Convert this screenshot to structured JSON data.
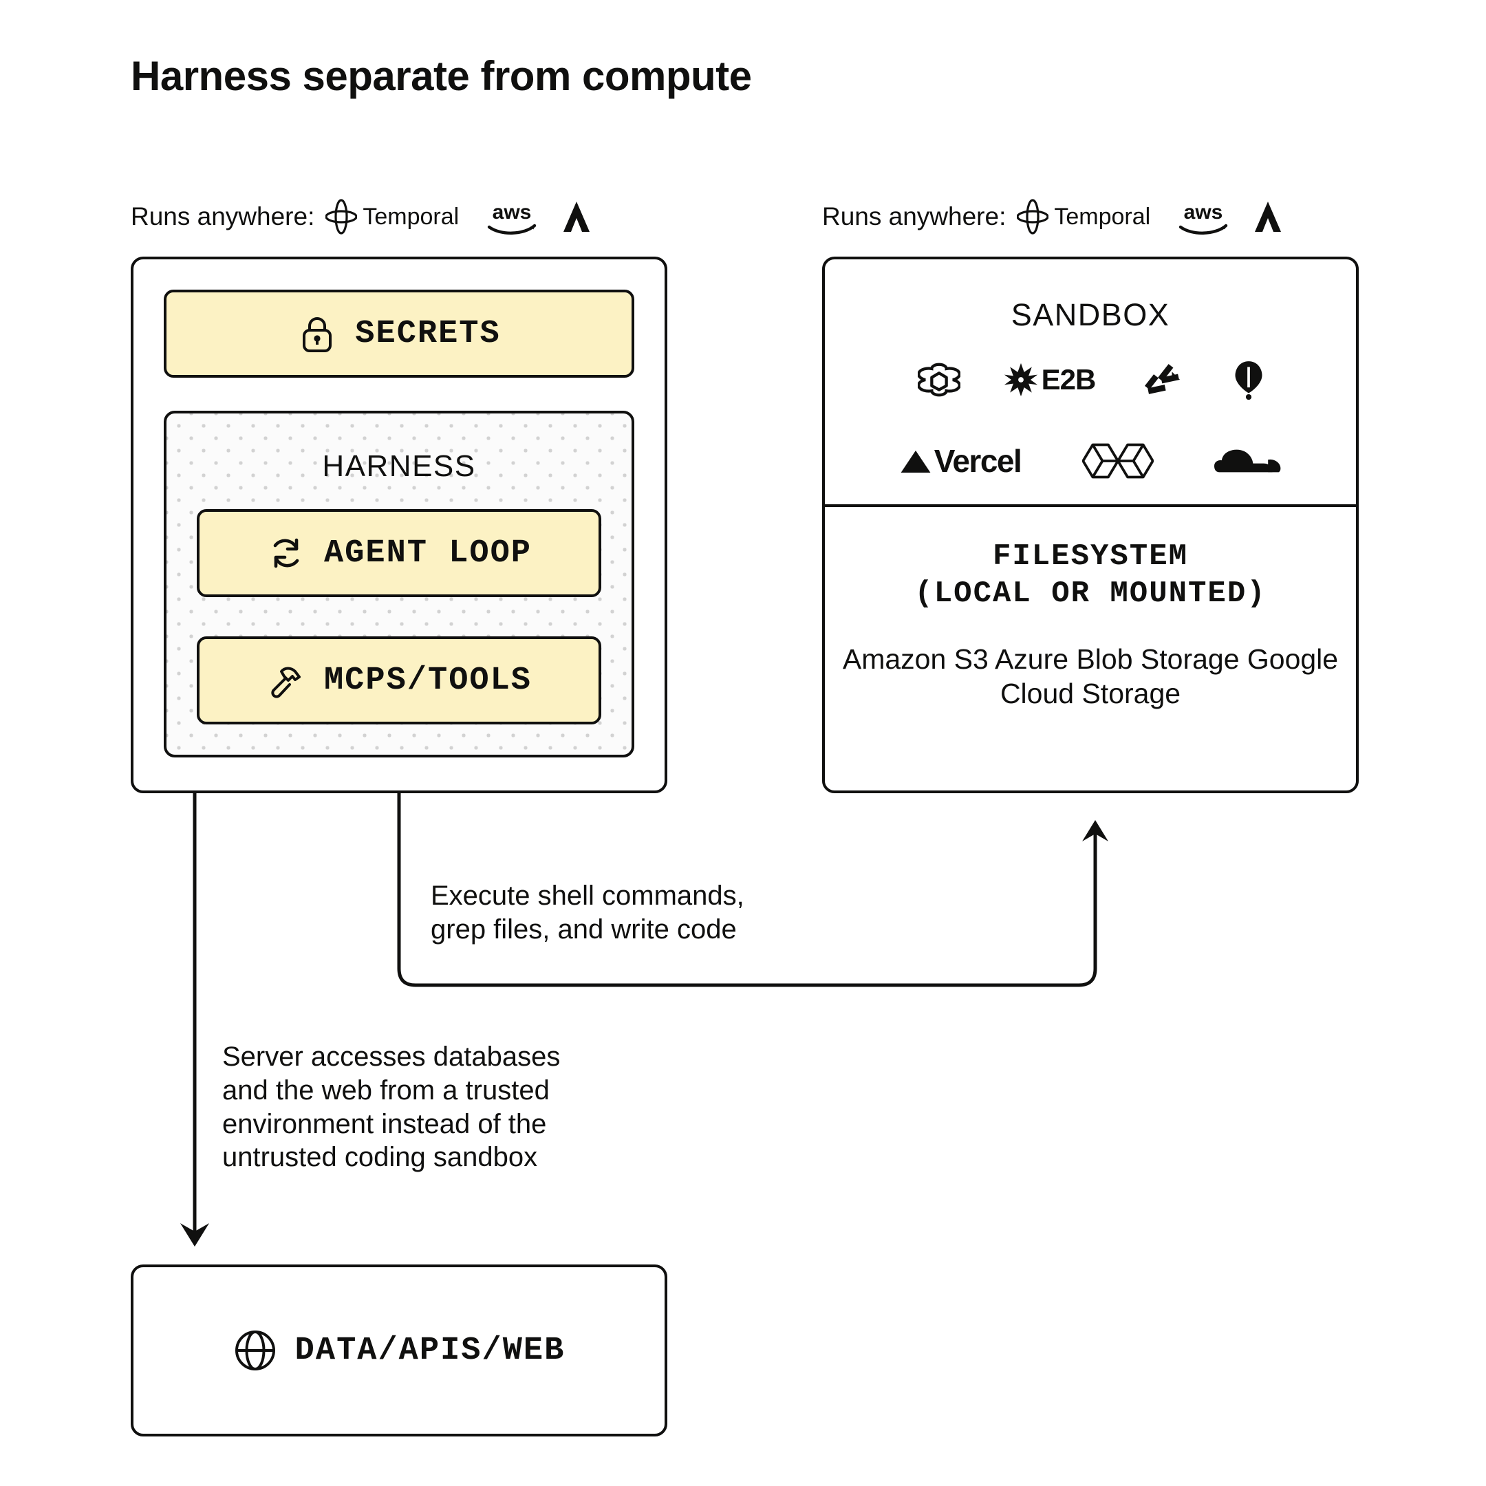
{
  "page": {
    "title": "Harness separate from compute",
    "background_color": "#ffffff",
    "ink_color": "#10100f",
    "accent_color": "#fcf2c4"
  },
  "headers": {
    "left": {
      "label": "Runs anywhere:",
      "logos": [
        "temporal-logo",
        "aws-logo",
        "azure-logo"
      ],
      "temporal_word": "Temporal"
    },
    "right": {
      "label": "Runs anywhere:",
      "logos": [
        "temporal-logo",
        "aws-logo",
        "azure-logo"
      ],
      "temporal_word": "Temporal"
    }
  },
  "left_box": {
    "secrets": {
      "label": "SECRETS",
      "icon": "lock-icon"
    },
    "harness": {
      "title": "HARNESS",
      "items": [
        {
          "label": "AGENT LOOP",
          "icon": "refresh-loop-icon"
        },
        {
          "label": "MCPS/TOOLS",
          "icon": "hammer-icon"
        }
      ]
    }
  },
  "right_box": {
    "sandbox": {
      "title": "SANDBOX",
      "logos_row1": [
        "openai-logo",
        "e2b-logo",
        "daytona-logo",
        "fly-io-balloon-logo"
      ],
      "logos_row2": [
        "vercel-logo",
        "modal-logo",
        "cloudflare-logo"
      ],
      "e2b_word": "E2B",
      "vercel_word": "Vercel"
    },
    "filesystem": {
      "title": "FILESYSTEM\n(LOCAL OR MOUNTED)",
      "providers": "Amazon S3\nAzure Blob Storage\nGoogle Cloud Storage"
    }
  },
  "annotations": {
    "sandbox_arrow": "Execute shell commands,\ngrep files, and write code",
    "data_arrow": "Server accesses databases\nand the web from a trusted\nenvironment instead of the\nuntrusted coding sandbox"
  },
  "bottom_box": {
    "label": "DATA/APIS/WEB",
    "icon": "globe-icon"
  }
}
